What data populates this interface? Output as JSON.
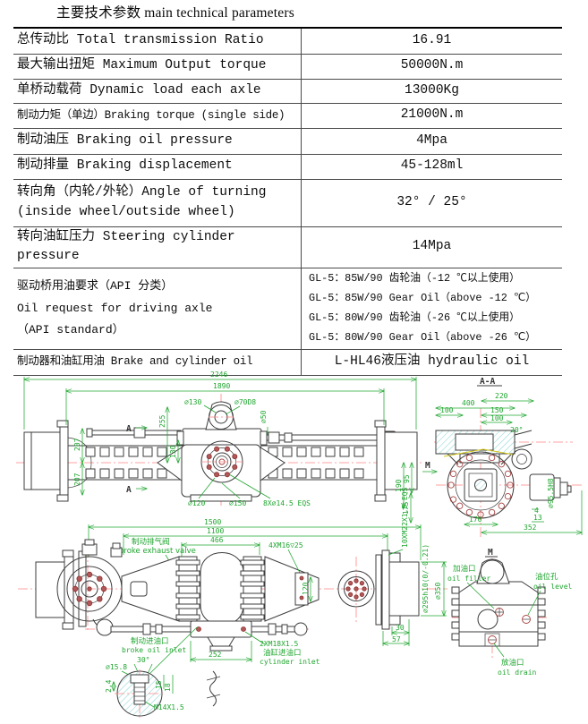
{
  "page": {
    "title": "主要技术参数 main technical parameters"
  },
  "table": {
    "rows": [
      {
        "param": "总传动比  Total transmission Ratio",
        "value": "16.91"
      },
      {
        "param": "最大输出扭矩 Maximum Output torque",
        "value": "50000N.m"
      },
      {
        "param": "单桥动载荷 Dynamic load each axle",
        "value": "13000Kg"
      },
      {
        "param": "制动力矩（单边）Braking torque (single side)",
        "value": "21000N.m"
      },
      {
        "param": "制动油压 Braking oil pressure",
        "value": "4Mpa"
      },
      {
        "param": "制动排量 Braking displacement",
        "value": "45-128ml"
      },
      {
        "param": "转向角（内轮/外轮）Angle of turning\n (inside wheel/outside wheel)",
        "value": "32° / 25°"
      },
      {
        "param": "转向油缸压力 Steering cylinder pressure",
        "value": "14Mpa"
      },
      {
        "param": "驱动桥用油要求（API 分类）\nOil request for driving axle\n（API standard）",
        "value": "GL-5：85W/90 齿轮油（-12 ℃以上使用）\nGL-5：85W/90 Gear Oil（above -12 ℃）\nGL-5：80W/90 齿轮油（-26 ℃以上使用）\nGL-5：80W/90 Gear Oil（above -26 ℃）"
      },
      {
        "param": "制动器和油缸用油 Brake and cylinder oil",
        "value": "L-HL46液压油 hydraulic oil"
      }
    ]
  },
  "drawings": {
    "front": {
      "d2246": "2246",
      "d1890": "1890",
      "d130": "∅130",
      "d70d8": "∅70D8",
      "d50": "∅50",
      "v255": "255",
      "v130": "130",
      "v207a": "207",
      "v207b": "207",
      "sec_a": "A",
      "d120": "∅120",
      "d150": "∅150",
      "bolts": "8X∅14.5 EQS"
    },
    "aa": {
      "title": "A-A",
      "d220": "220",
      "d400": "400",
      "d100a": "100",
      "d150": "150",
      "d100b": "100",
      "a20": "20°",
      "view_m": "M",
      "v190": "190",
      "v95": "95",
      "v175": "175",
      "d170": "170",
      "d352": "352",
      "d4": "4",
      "d13": "13",
      "bore": "∅95.5H8"
    },
    "mid": {
      "d1500": "1500",
      "d1100": "1100",
      "d466": "466",
      "exhaust_cn": "制动排气阀",
      "exhaust_en": "broke exhaust valve",
      "studs4": "4XM16▽25",
      "studs10": "10XM22X1.5 EQS",
      "v120": "120",
      "bore295": "∅295h10(0/-0.21)",
      "d350": "∅350",
      "d30": "30",
      "d57": "57",
      "d252": "252",
      "cyl_thread": "2XM18X1.5",
      "cyl_cn": "油缸进油口",
      "cyl_en": "cylinder inlet",
      "brake_cn": "制动进油口",
      "brake_en": "broke oil inlet",
      "a30": "30°",
      "d158": "∅15.8"
    },
    "plug": {
      "v24": "2.4",
      "v15": "15",
      "v18": "18",
      "thread": "M14X1.5"
    },
    "mview": {
      "title": "M",
      "filler_cn": "加油口",
      "filler_en": "oil filler",
      "level_cn": "油位孔",
      "level_en": "oil level",
      "drain_cn": "放油口",
      "drain_en": "oil drain"
    }
  }
}
